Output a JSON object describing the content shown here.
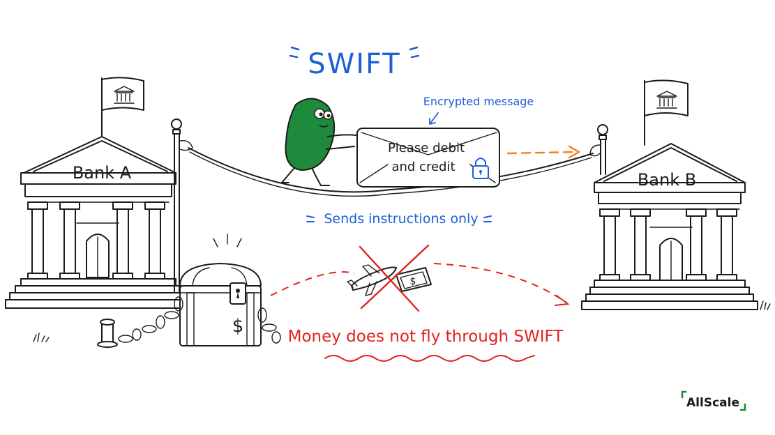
{
  "title": "SWIFT",
  "bank_left": "Bank A",
  "bank_right": "Bank B",
  "envelope": {
    "line1": "Please debit",
    "line2": "and credit"
  },
  "encrypted_label": "Encrypted message",
  "instructions_label": "Sends instructions only",
  "money_label": "Money does not fly through SWIFT",
  "chest_symbol": "$",
  "bill_symbol": "$",
  "brand": "AllScale",
  "colors": {
    "blue": "#1f5fd6",
    "red": "#e0221e",
    "orange": "#f07f1a",
    "green": "#1e8a3c",
    "ink": "#1b1b1b"
  }
}
